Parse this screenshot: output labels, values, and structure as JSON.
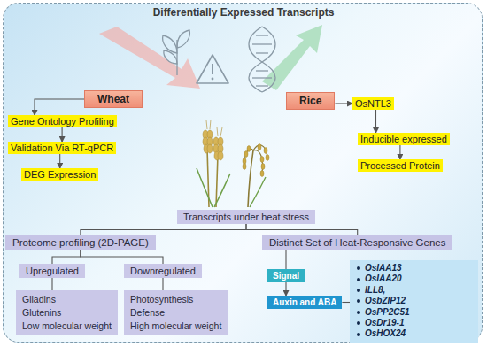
{
  "diagram": {
    "title": "Differentially Expressed Transcripts",
    "nodes": [
      {
        "text": [
          "Wheat"
        ]
      },
      {
        "text": [
          "Gene Ontology Profiling"
        ]
      },
      {
        "text": [
          "Validation Via RT-qPCR"
        ]
      },
      {
        "text": [
          "DEG Expression"
        ]
      },
      {
        "text": [
          "Rice"
        ]
      },
      {
        "text": [
          "OsNTL3"
        ]
      },
      {
        "text": [
          "Inducible expressed"
        ]
      },
      {
        "text": [
          "Processed Protein"
        ]
      },
      {
        "text": [
          "Transcripts under heat stress"
        ]
      },
      {
        "text": [
          "Proteome profiling (2D-PAGE)"
        ]
      },
      {
        "text": [
          "Distinct Set of Heat-Responsive Genes"
        ]
      },
      {
        "text": [
          "Upregulated"
        ]
      },
      {
        "text": [
          "Downregulated"
        ]
      },
      {
        "text": [
          "Gliadins",
          "Glutenins",
          "Low molecular weight"
        ]
      },
      {
        "text": [
          "Photosynthesis",
          "Defense",
          "High molecular weight"
        ]
      },
      {
        "text": [
          "Signal"
        ]
      },
      {
        "text": [
          "Auxin and ABA"
        ]
      },
      {
        "text": [
          "OsIAA13",
          "OsIAA20",
          "ILL8,",
          "OsbZIP12",
          "OsPP2C51",
          "OsDr19-1",
          "OsHOX24"
        ]
      }
    ],
    "edges": [
      {
        "from": 0,
        "to": 1,
        "arrow": "to"
      },
      {
        "from": 1,
        "to": 2,
        "arrow": "to"
      },
      {
        "from": 2,
        "to": 3,
        "arrow": "to"
      },
      {
        "from": 4,
        "to": 5,
        "arrow": "to"
      },
      {
        "from": 5,
        "to": 6,
        "arrow": "to"
      },
      {
        "from": 6,
        "to": 7,
        "arrow": "to"
      },
      {
        "from": 8,
        "to": 9,
        "arrow": "none"
      },
      {
        "from": 8,
        "to": 10,
        "arrow": "none"
      },
      {
        "from": 9,
        "to": 11,
        "arrow": "none"
      },
      {
        "from": 9,
        "to": 12,
        "arrow": "none"
      },
      {
        "from": 11,
        "to": 13,
        "arrow": "none"
      },
      {
        "from": 12,
        "to": 14,
        "arrow": "none"
      },
      {
        "from": 10,
        "to": 15,
        "arrow": "none"
      },
      {
        "from": 15,
        "to": 16,
        "arrow": "to"
      },
      {
        "from": 16,
        "to": 17,
        "arrow": "none"
      }
    ]
  }
}
